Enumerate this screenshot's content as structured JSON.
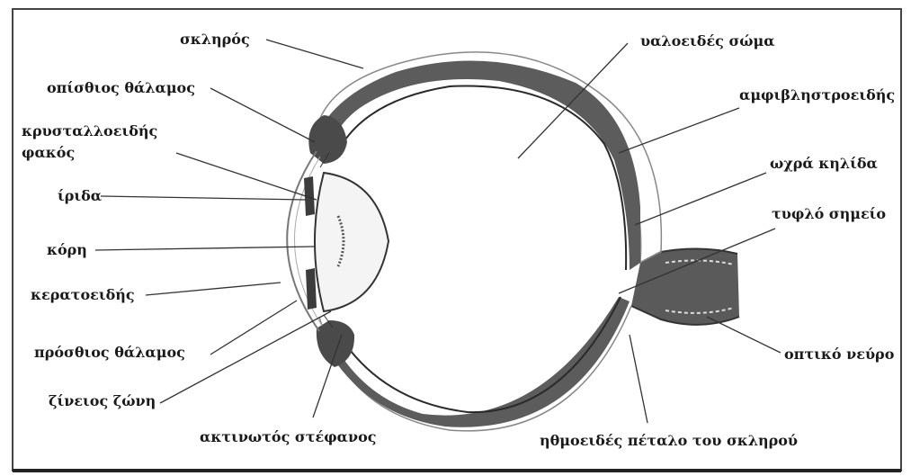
{
  "labels": {
    "sclera": "σκληρός",
    "posterior_chamber": "οπίσθιος θάλαμος",
    "lens_1": "κρυσταλλοειδής",
    "lens_2": "φακός",
    "iris": "ίριδα",
    "pupil": "κόρη",
    "cornea": "κερατοειδής",
    "anterior_chamber": "πρόσθιος θάλαμος",
    "zonule": "ζίνειος ζώνη",
    "ciliary_body": "ακτινωτός στέφανος",
    "lamina_cribrosa": "ηθμοειδές πέταλο του σκληρού",
    "vitreous": "υαλοειδές σώμα",
    "retina": "αμφιβληστροειδής",
    "macula": "ωχρά κηλίδα",
    "blind_spot": "τυφλό σημείο",
    "optic_nerve": "οπτικό νεύρο"
  },
  "colors": {
    "ink": "#1a1a1a",
    "choroid": "#555555",
    "sclera_line": "#888888",
    "frame": "#444444"
  }
}
